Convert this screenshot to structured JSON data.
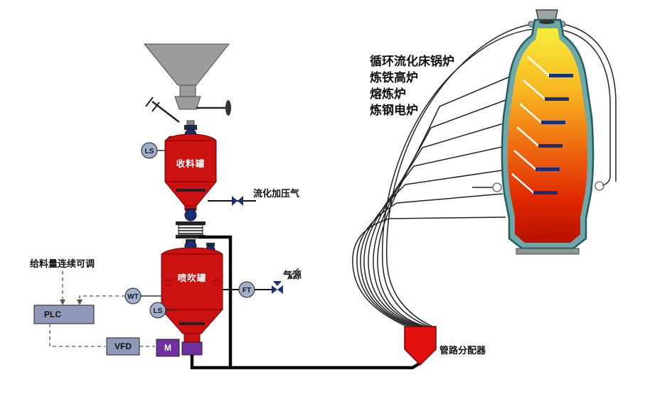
{
  "labels": {
    "receiving_tank": "收料罐",
    "injection_tank": "喷吹罐",
    "fluidizing_gas": "流化加压气",
    "gas_source": "气源",
    "feed_note": "给料量连续可调",
    "distributor": "管路分配器",
    "plc": "PLC",
    "vfd": "VFD",
    "motor": "M",
    "ls": "LS",
    "wt": "WT",
    "ft": "FT"
  },
  "furnace_applications": [
    "循环流化床锅炉",
    "炼铁高炉",
    "熔炼炉",
    "炼钢电炉"
  ],
  "colors": {
    "vessel_red": "#cc1111",
    "valve_navy": "#1a2f7a",
    "instrument_fill": "#9fb0c8",
    "control_box_fill": "#9098ba",
    "motor_purple": "#7030a0",
    "hopper_gray": "#9c9c9c",
    "furnace_shell": "#6fa8a8",
    "flame_top": "#f9ee3a",
    "flame_bottom": "#b81000",
    "distributor_red": "#e01010"
  }
}
